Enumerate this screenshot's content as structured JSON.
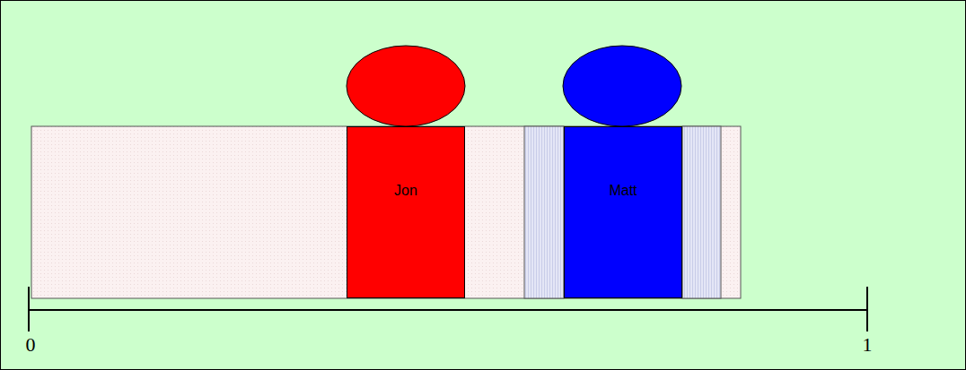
{
  "diagram": {
    "nodes": [
      {
        "text": [
          "Jon"
        ]
      },
      {
        "text": [
          "Matt"
        ]
      }
    ],
    "labels": [
      "0",
      "1"
    ]
  }
}
